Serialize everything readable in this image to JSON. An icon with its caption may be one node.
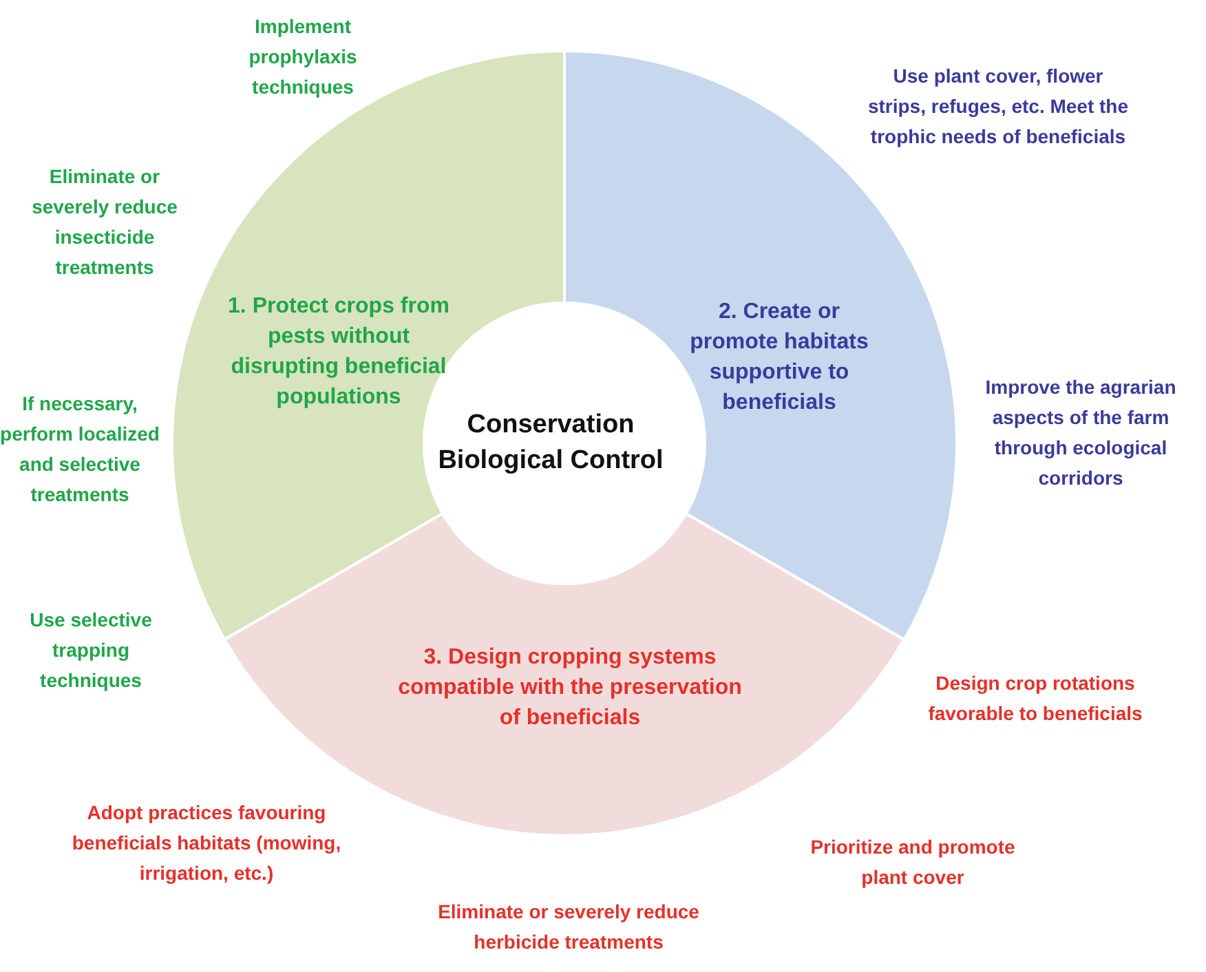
{
  "diagram": {
    "nodes": [
      {
        "text": [
          "1. Protect crops from pests without disrupting beneficial populations"
        ],
        "beside": [
          "Implement prophylaxis techniques",
          "Eliminate or severely reduce insecticide treatments",
          "If necessary, perform localized and selective treatments",
          "Use selective trapping techniques"
        ]
      },
      {
        "text": [
          "2. Create or promote habitats supportive to beneficials"
        ],
        "beside": [
          "Use plant cover, flower strips, refuges, etc. Meet the trophic needs of beneficials",
          "Improve the agrarian aspects of the farm through ecological corridors"
        ]
      },
      {
        "text": [
          "3. Design cropping systems compatible with the preservation of beneficials"
        ],
        "beside": [
          "Design crop rotations favorable to beneficials",
          "Prioritize and promote plant cover",
          "Eliminate or severely reduce herbicide treatments",
          "Adopt practices favouring beneficials habitats (mowing, irrigation, etc.)"
        ]
      },
      {
        "text": [
          "Conservation Biological Control"
        ]
      }
    ]
  }
}
